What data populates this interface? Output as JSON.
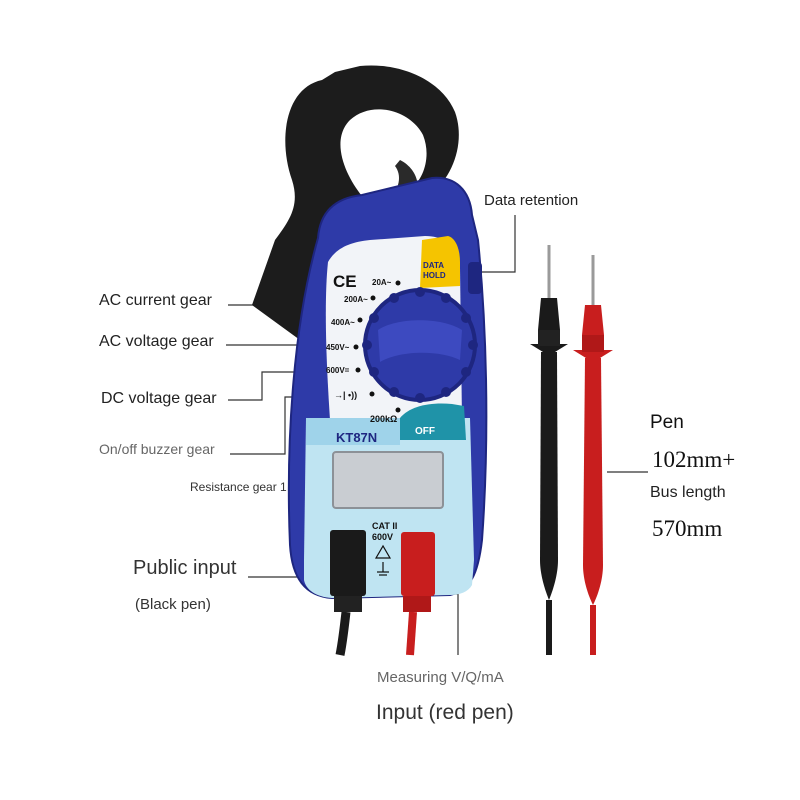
{
  "labels": {
    "ac_current_gear": "AC current gear",
    "ac_voltage_gear": "AC voltage gear",
    "dc_voltage_gear": "DC voltage gear",
    "on_off_buzzer_gear": "On/off buzzer gear",
    "resistance_gear": "Resistance gear 1",
    "public_input": "Public input",
    "black_pen": "(Black pen)",
    "measuring": "Measuring V/Q/mA",
    "input_red_pen": "Input (red pen)",
    "data_retention": "Data retention",
    "pen": "Pen",
    "pen_length": "102mm+",
    "bus_length": "Bus length",
    "bus_length_value": "570mm"
  },
  "device": {
    "model": "KT87N",
    "ce_mark": "CE",
    "data_hold_line1": "DATA",
    "data_hold_line2": "HOLD",
    "off_label": "OFF",
    "cat_line1": "CAT II",
    "cat_line2": "600V",
    "dial_positions": {
      "a20": "20A~",
      "a200": "200A~",
      "a400": "400A~",
      "v450": "450V~",
      "v600": "600V=",
      "diode_buzzer": "→|  •))",
      "ohm": "200kΩ"
    }
  },
  "colors": {
    "body_blue": "#2e3aa8",
    "body_dark_blue": "#1e2680",
    "jaw_black": "#1c1c1c",
    "panel_white": "#f2f4f8",
    "panel_light_blue": "#bfe4f2",
    "data_hold_yellow": "#f5c400",
    "off_teal": "#1f93a8",
    "lcd_gray": "#c9cdd2",
    "red_lead": "#c81e1e",
    "black_lead": "#1a1a1a"
  }
}
